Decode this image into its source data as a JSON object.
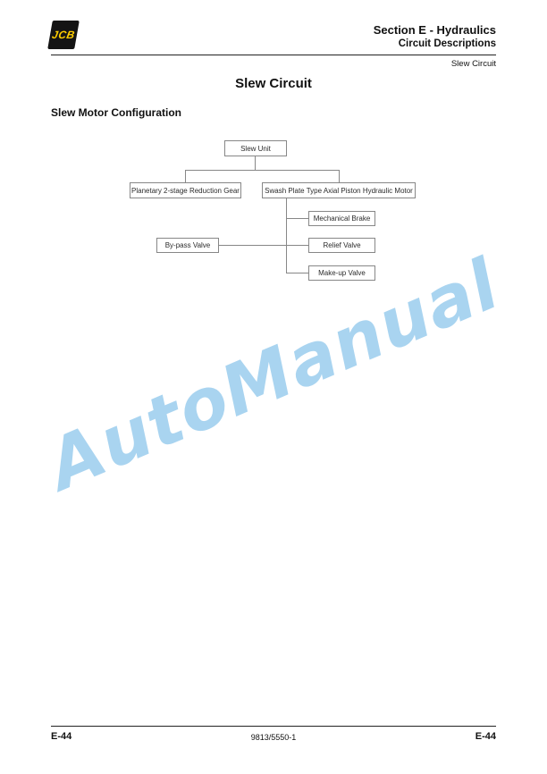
{
  "header": {
    "logo_text": "JCB",
    "section_title": "Section E - Hydraulics",
    "subsection_title": "Circuit Descriptions",
    "breadcrumb": "Slew Circuit"
  },
  "content": {
    "title": "Slew Circuit",
    "subtitle": "Slew Motor Configuration"
  },
  "diagram": {
    "root": "Slew Unit",
    "children": [
      "Planetary 2-stage Reduction Gear",
      "Swash Plate Type Axial Piston Hydraulic Motor"
    ],
    "motor_components": [
      "Mechanical Brake",
      "Relief Valve",
      "Make-up Valve"
    ],
    "bypass": "By-pass Valve"
  },
  "watermark": {
    "text": "AutoManual",
    "color": "#a9d4f0"
  },
  "colors": {
    "logo_bg": "#141414",
    "logo_text": "#ffce00",
    "line": "#878787"
  },
  "footer": {
    "page_left": "E-44",
    "doc_number": "9813/5550-1",
    "page_right": "E-44"
  }
}
